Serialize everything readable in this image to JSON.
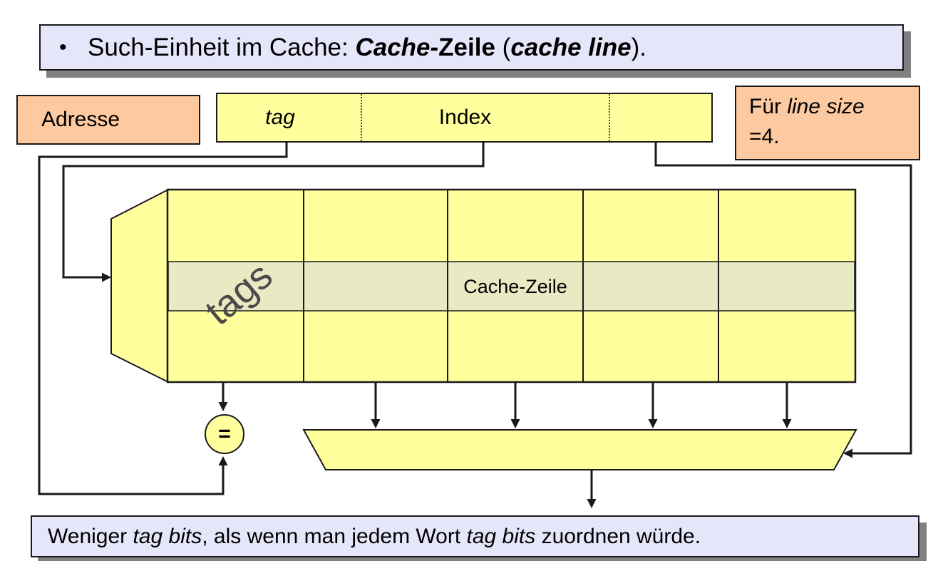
{
  "title": {
    "bullet": "•",
    "run1": "Such-Einheit im Cache: ",
    "run2": "Cache-",
    "run3": "Zeile",
    "run4": " (",
    "run5": "cache line",
    "run6": ")."
  },
  "address_box": {
    "label": "Adresse"
  },
  "address_field": {
    "tag_label": "tag",
    "index_label": "Index"
  },
  "note_box": {
    "run1": "Für ",
    "run2": "line size",
    "run3": "=4."
  },
  "cache_table": {
    "tags_label": "tags",
    "row_label": "Cache-Zeile",
    "columns": 5,
    "rows": 3
  },
  "comparator": {
    "label": "="
  },
  "footer": {
    "run1": "Weniger ",
    "run2": "tag bits",
    "run3": ", als wenn man jedem Wort ",
    "run4": "tag bits",
    "run5": " zuordnen würde."
  },
  "colors": {
    "box_yellow": "#ffff9e",
    "box_orange": "#fcc9a0",
    "box_lavender": "#e6e6fa",
    "row_highlight": "#e9e9c4",
    "shadow_gray": "#808080",
    "line_black": "#1a1a1a"
  }
}
